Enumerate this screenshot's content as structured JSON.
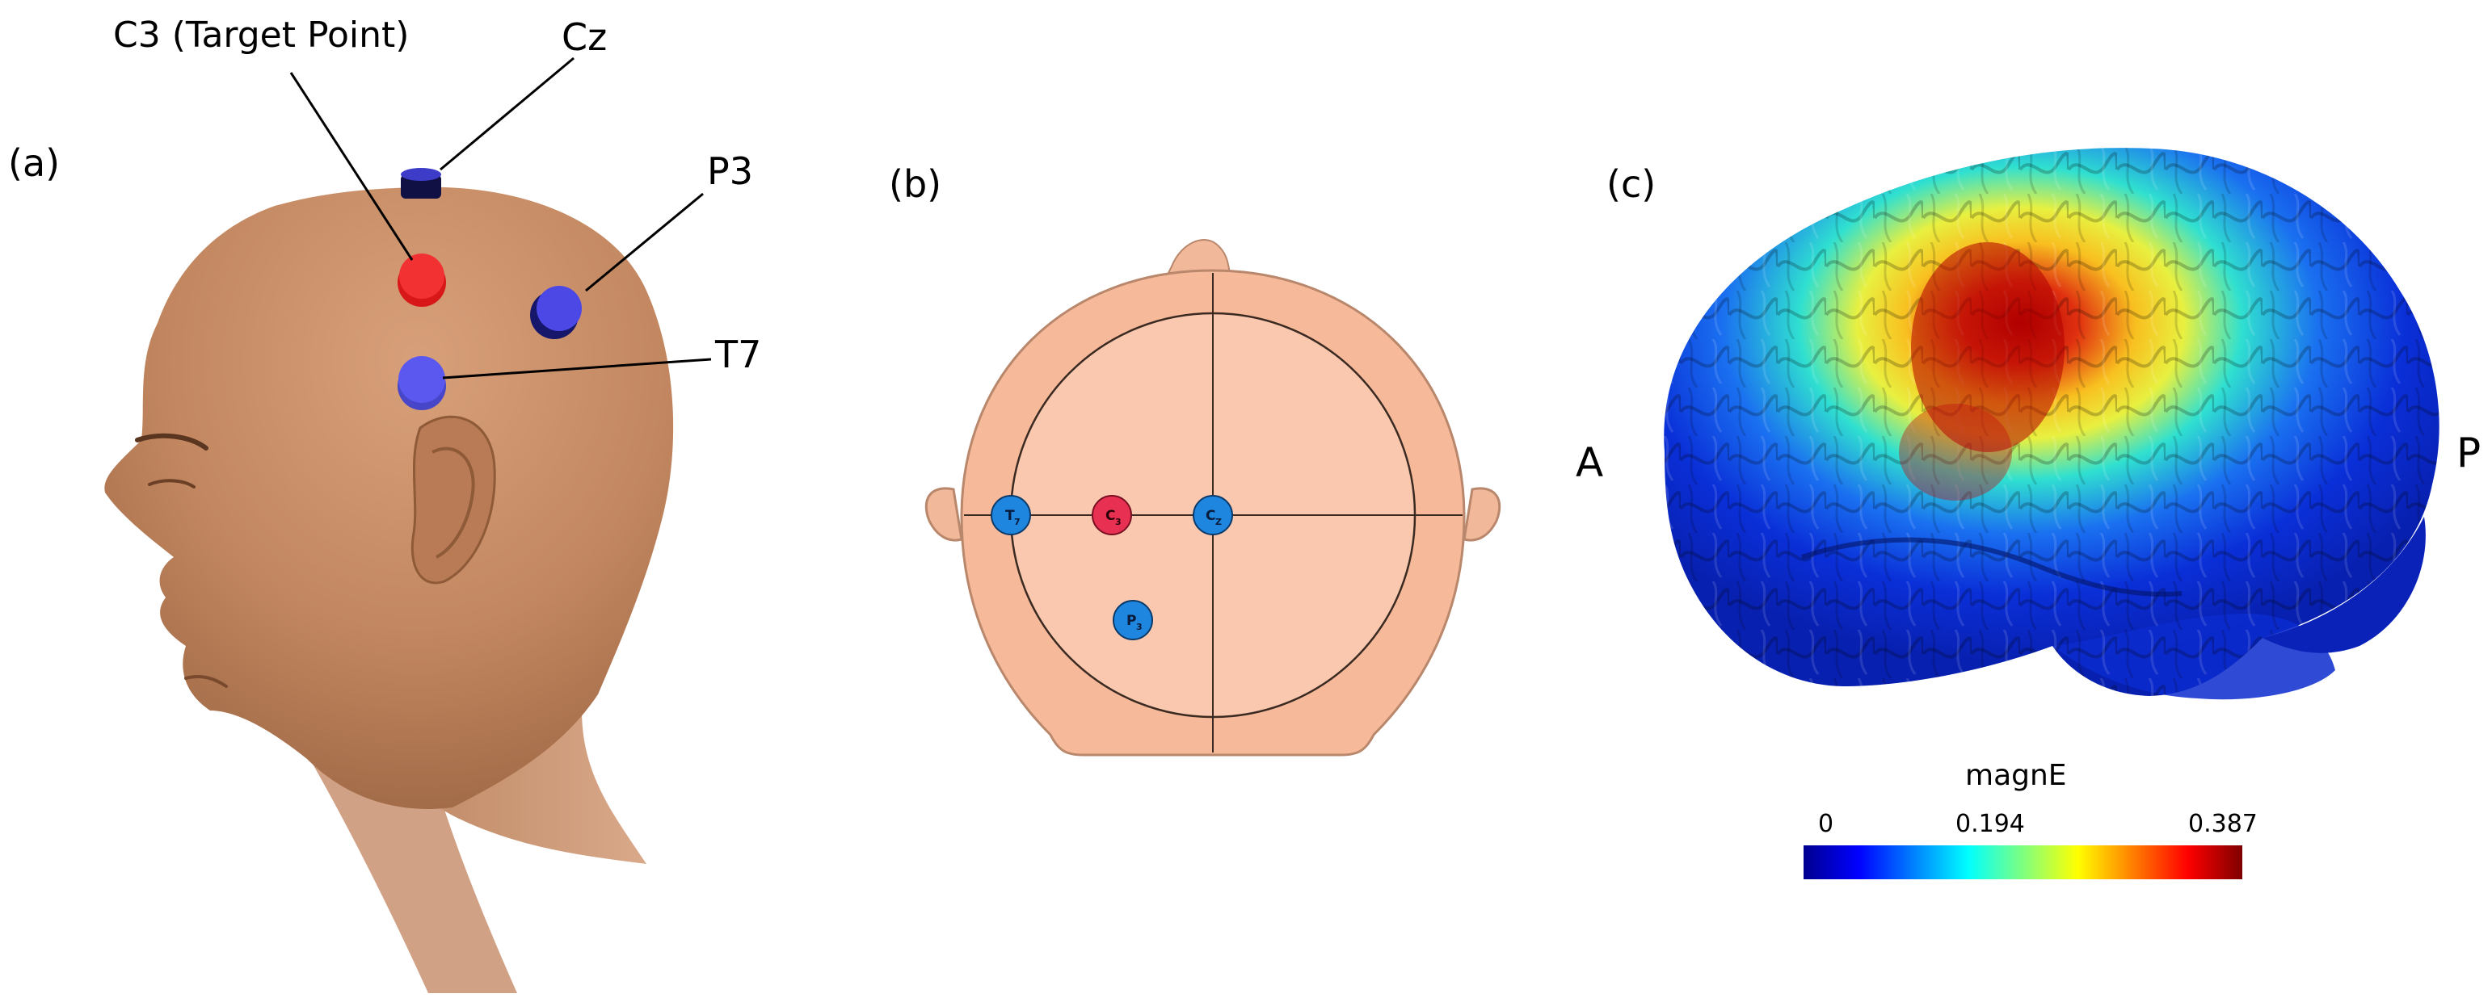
{
  "panel_a": {
    "label": "(a)",
    "electrodes": [
      {
        "name": "C3 (Target Point)",
        "color": "#f02424"
      },
      {
        "name": "Cz",
        "color": "#1a1a6b"
      },
      {
        "name": "P3",
        "color": "#4b48e6"
      },
      {
        "name": "T7",
        "color": "#5a58ee"
      }
    ]
  },
  "panel_b": {
    "label": "(b)",
    "electrodes": {
      "t7": {
        "letter": "T",
        "sub": "7",
        "color": "#1f86e0"
      },
      "c3": {
        "letter": "C",
        "sub": "3",
        "color": "#e83152"
      },
      "cz": {
        "letter": "C",
        "sub": "Z",
        "color": "#1f86e0"
      },
      "p3": {
        "letter": "P",
        "sub": "3",
        "color": "#1f86e0"
      }
    }
  },
  "panel_c": {
    "label": "(c)",
    "anterior": "A",
    "posterior": "P",
    "colorbar": {
      "title": "magnE",
      "min_label": "0",
      "mid_label": "0.194",
      "max_label": "0.387",
      "colormap": "jet"
    }
  }
}
